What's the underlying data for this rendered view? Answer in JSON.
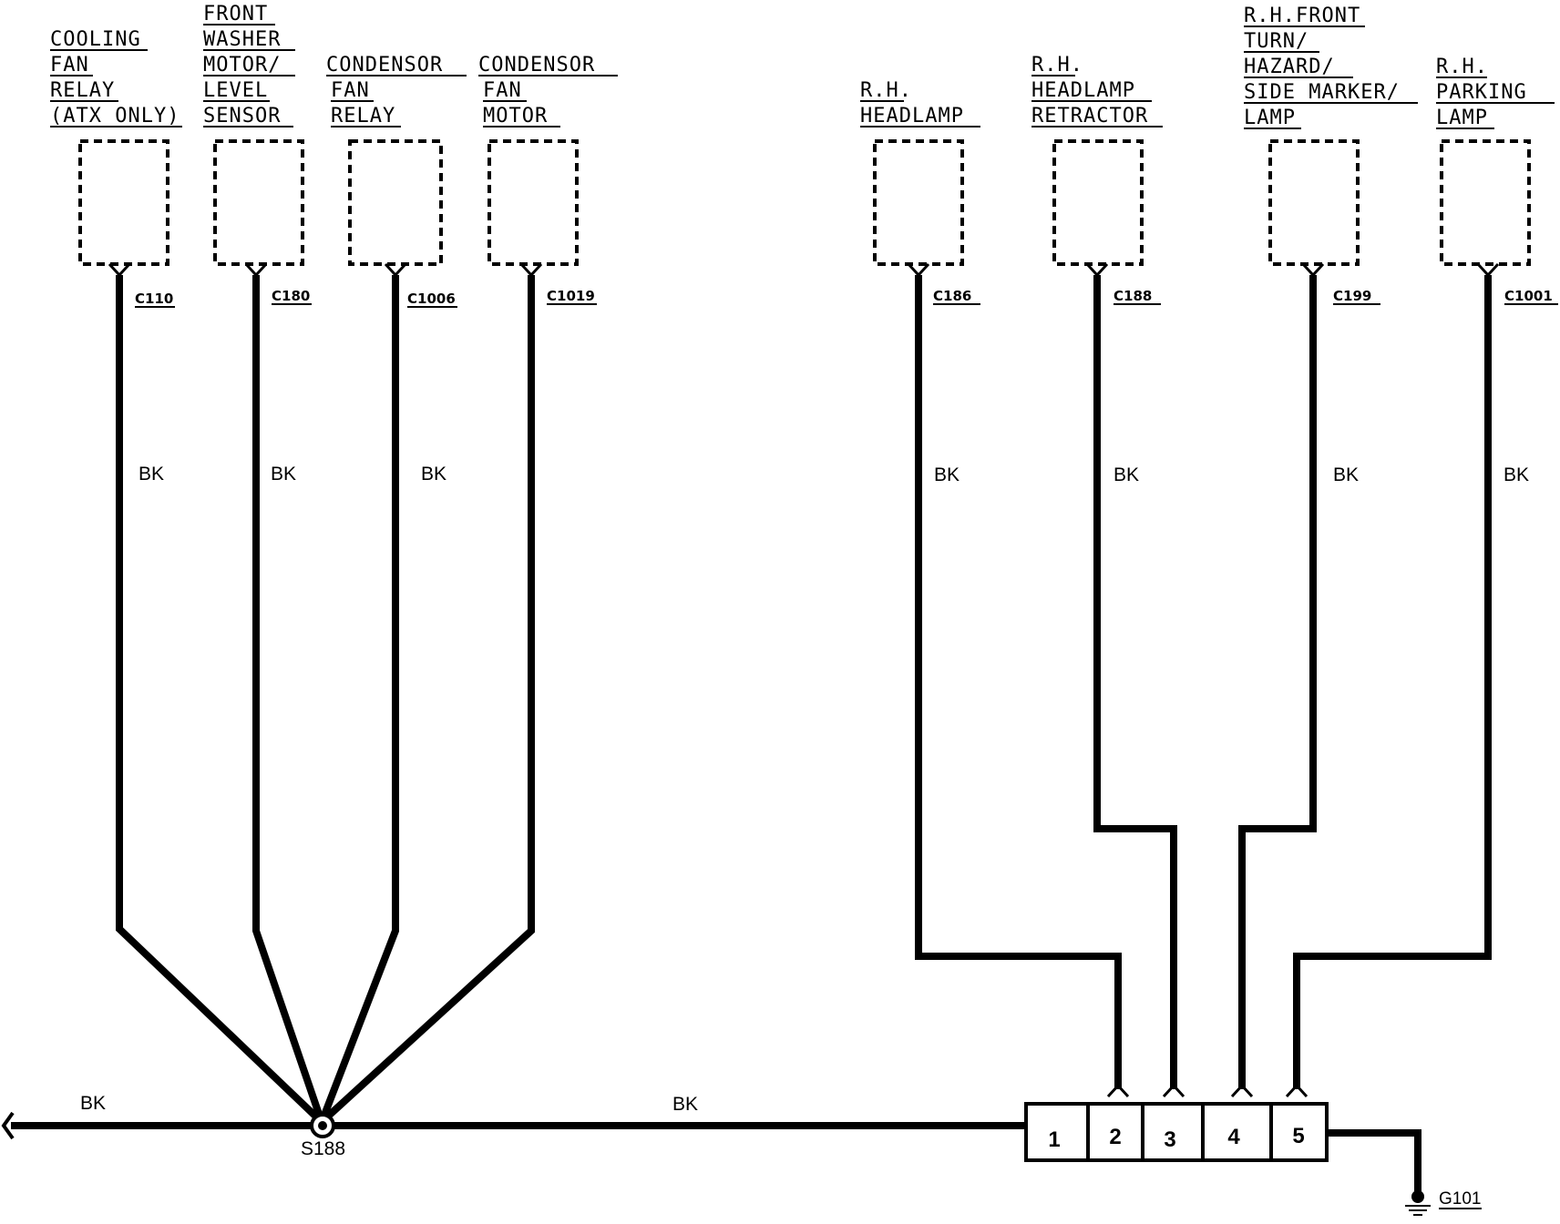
{
  "components": [
    {
      "id": "cooling-fan-relay",
      "label_lines": [
        "COOLING",
        "FAN",
        "RELAY",
        "(ATX ONLY)"
      ],
      "connector": "C110",
      "wire_color": "BK"
    },
    {
      "id": "front-washer-motor-level-sensor",
      "label_lines": [
        "FRONT",
        "WASHER",
        "MOTOR/",
        "LEVEL",
        "SENSOR"
      ],
      "connector": "C180",
      "wire_color": "BK"
    },
    {
      "id": "condensor-fan-relay",
      "label_lines": [
        "CONDENSOR",
        "FAN",
        "RELAY"
      ],
      "connector": "C1006",
      "wire_color": "BK"
    },
    {
      "id": "condensor-fan-motor",
      "label_lines": [
        "CONDENSOR",
        "FAN",
        "MOTOR"
      ],
      "connector": "C1019",
      "wire_color": "BK"
    },
    {
      "id": "rh-headlamp",
      "label_lines": [
        "R.H.",
        "HEADLAMP"
      ],
      "connector": "C186",
      "wire_color": "BK"
    },
    {
      "id": "rh-headlamp-retractor",
      "label_lines": [
        "R.H.",
        "HEADLAMP",
        "RETRACTOR"
      ],
      "connector": "C188",
      "wire_color": "BK"
    },
    {
      "id": "rh-front-turn-hazard-side-marker-lamp",
      "label_lines": [
        "R.H.FRONT",
        "TURN/",
        "HAZARD/",
        "SIDE MARKER/",
        "LAMP"
      ],
      "connector": "C199",
      "wire_color": "BK"
    },
    {
      "id": "rh-parking-lamp",
      "label_lines": [
        "R.H.",
        "PARKING",
        "LAMP"
      ],
      "connector": "C1001",
      "wire_color": "BK"
    }
  ],
  "splice": {
    "label": "S188"
  },
  "main_wire": {
    "left_color": "BK",
    "right_color": "BK"
  },
  "ground_block": {
    "pins": [
      "1",
      "2",
      "3",
      "4",
      "5"
    ]
  },
  "ground": {
    "label": "G101"
  }
}
